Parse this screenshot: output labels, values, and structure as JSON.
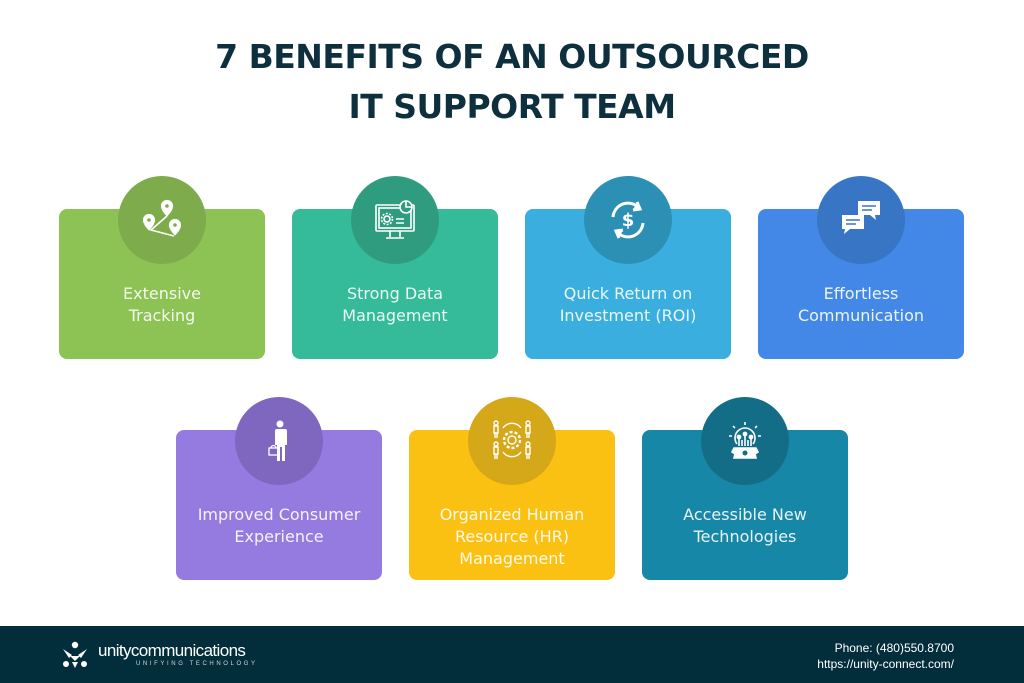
{
  "title": {
    "line1": "7 BENEFITS OF AN OUTSOURCED",
    "line2": "IT SUPPORT TEAM"
  },
  "benefits": [
    {
      "label": "Extensive\nTracking",
      "icon": "map-pins-route-icon",
      "card_color": "#8dc255",
      "circle_color": "#7eab4c"
    },
    {
      "label": "Strong Data\nManagement",
      "icon": "monitor-gear-chart-icon",
      "card_color": "#35bb9a",
      "circle_color": "#2f9c7f"
    },
    {
      "label": "Quick Return on\nInvestment (ROI)",
      "icon": "dollar-cycle-icon",
      "card_color": "#3aafdf",
      "circle_color": "#2c8fb4"
    },
    {
      "label": "Effortless\nCommunication",
      "icon": "chat-bubbles-icon",
      "card_color": "#4388e6",
      "circle_color": "#3875c5"
    },
    {
      "label": "Improved Consumer\nExperience",
      "icon": "shopper-basket-icon",
      "card_color": "#957be0",
      "circle_color": "#7f66bf"
    },
    {
      "label": "Organized Human\nResource (HR)\nManagement",
      "icon": "people-gear-icon",
      "card_color": "#fbc112",
      "circle_color": "#d4a818"
    },
    {
      "label": "Accessible New\nTechnologies",
      "icon": "bulb-circuit-gear-icon",
      "card_color": "#1687a6",
      "circle_color": "#146d86"
    }
  ],
  "footer": {
    "brand": "unitycommunications",
    "tagline": "UNIFYING TECHNOLOGY",
    "phone": "Phone: (480)550.8700",
    "url": "https://unity-connect.com/"
  },
  "colors": {
    "title": "#0e2f3d",
    "footer_bg": "#022d3b"
  }
}
